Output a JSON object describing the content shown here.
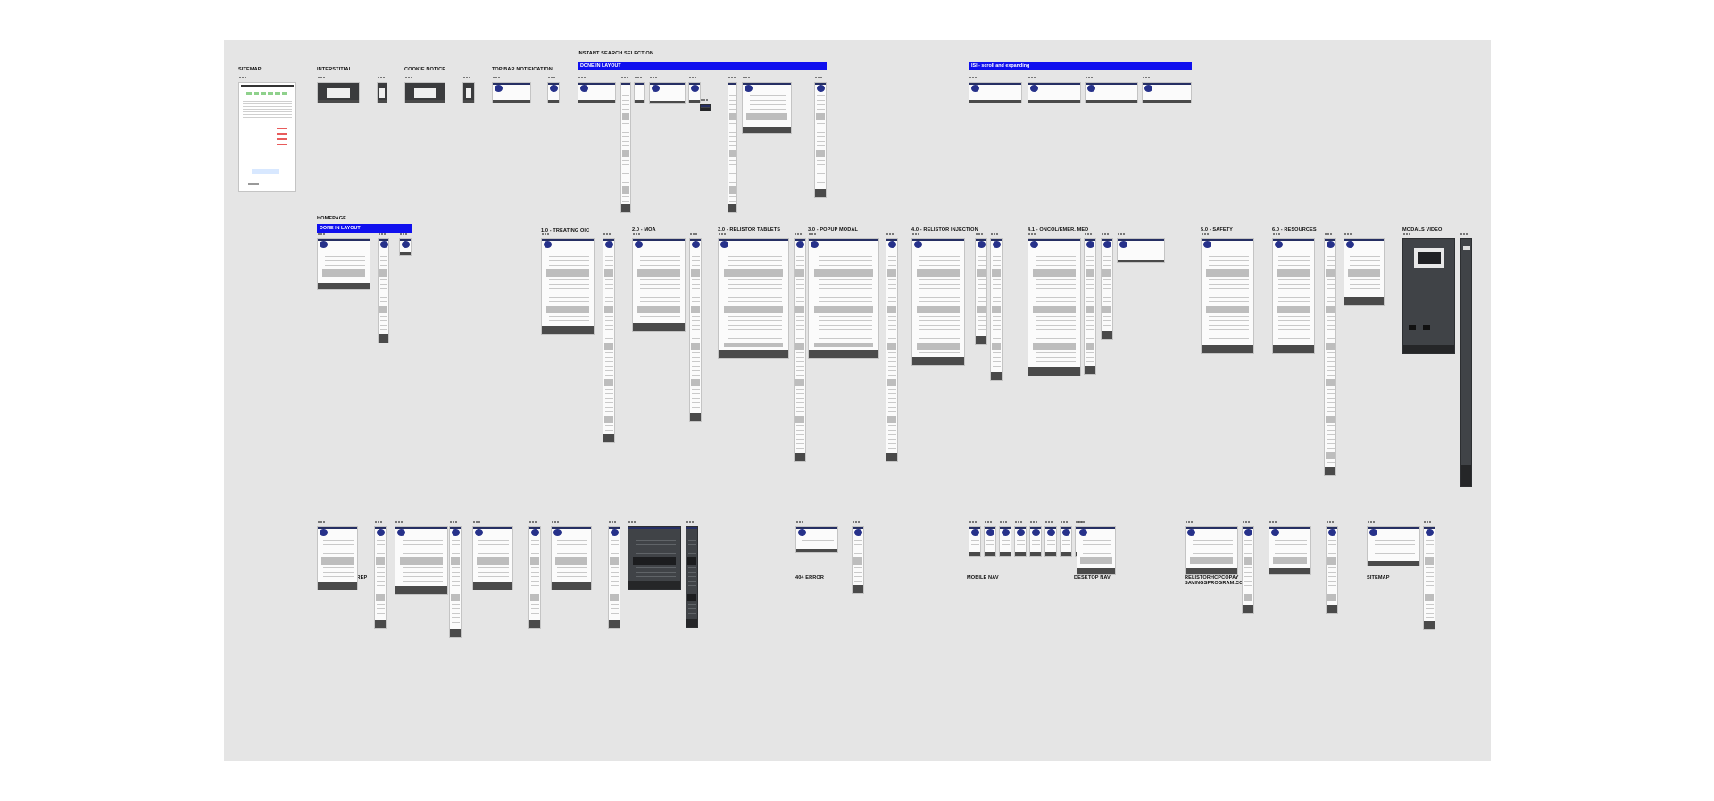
{
  "canvas": {
    "background": "#e5e5e5",
    "page_background": "#ffffff",
    "banner_color": "#1010ee",
    "wireframe_header_color": "#262f63",
    "wireframe_footer_color": "#4a4a4a"
  },
  "sections": {
    "sitemap_top": "SITEMAP",
    "interstitial": "INTERSTITIAL",
    "cookie_notice": "COOKIE NOTICE",
    "top_bar_notification": "TOP BAR NOTIFICATION",
    "instant_search": "INSTANT SEARCH SELECTION",
    "homepage": "HOMEPAGE",
    "treating_dic": "1.0 - TREATING OIC",
    "moa": "2.0 - MOA",
    "relistor_tablets": "3.0 - RELISTOR TABLETS",
    "popup_modal": "3.0 - POPUP MODAL",
    "relistor_injection": "4.0 - RELISTOR INJECTION",
    "oncol_emer_med": "4.1 - ONCOL/EMER. MED",
    "safety": "5.0 - SAFETY",
    "resources": "6.0 - RESOURCES",
    "modals_video": "MODALS VIDEO",
    "request_rep": "6.4 REQUEST A REP",
    "error_404": "404 ERROR",
    "mobile_nav": "MOBILE NAV",
    "desktop_nav": "DESKTOP NAV",
    "copay_line1": "RELISTORHCPCOPAY",
    "copay_line2": "SAVINGSPROGRAM.COM",
    "sitemap_bottom": "SITEMAP"
  },
  "banners": {
    "done_in_layout_search": "DONE IN LAYOUT",
    "isi_scroll": "ISI - scroll and expanding",
    "done_in_layout_home": "DONE IN LAYOUT"
  }
}
